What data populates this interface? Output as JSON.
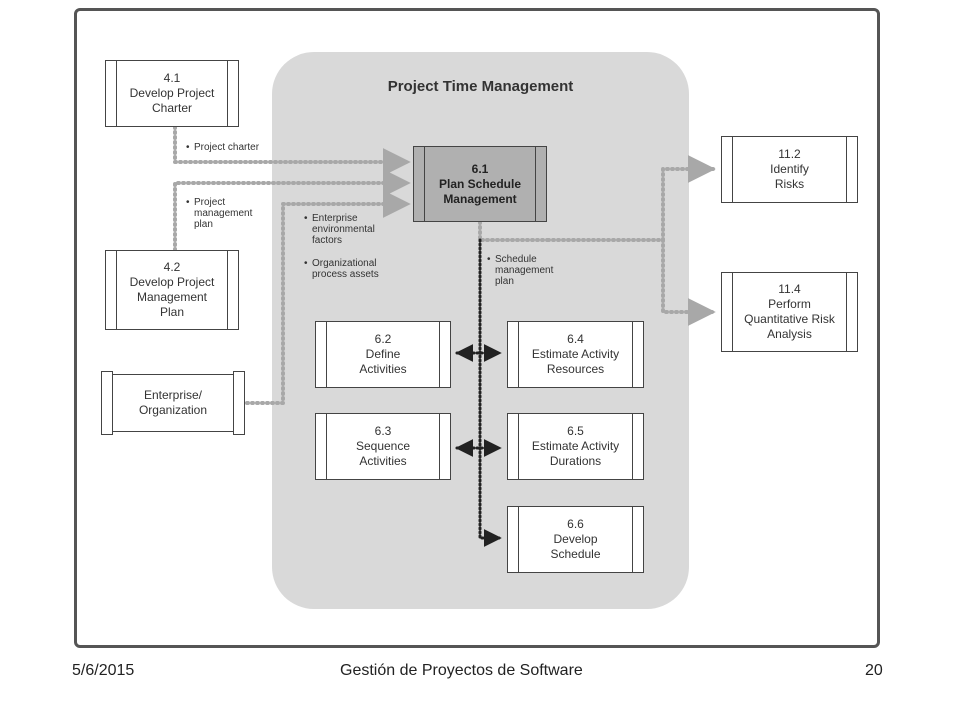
{
  "diagram": {
    "title": "Project Time Management",
    "processes": {
      "p41": {
        "num": "4.1",
        "name": "Develop Project Charter"
      },
      "p42": {
        "num": "4.2",
        "name": "Develop Project Management Plan"
      },
      "p61": {
        "num": "6.1",
        "name": "Plan Schedule Management"
      },
      "p62": {
        "num": "6.2",
        "name": "Define Activities"
      },
      "p63": {
        "num": "6.3",
        "name": "Sequence Activities"
      },
      "p64": {
        "num": "6.4",
        "name": "Estimate Activity Resources"
      },
      "p65": {
        "num": "6.5",
        "name": "Estimate Activity Durations"
      },
      "p66": {
        "num": "6.6",
        "name": "Develop Schedule"
      },
      "p112": {
        "num": "11.2",
        "name": "Identify Risks"
      },
      "p114": {
        "num": "11.4",
        "name": "Perform Quantitative Risk Analysis"
      }
    },
    "enterprise": "Enterprise/ Organization",
    "labels": {
      "project_charter": "Project charter",
      "project_management_plan": "Project management plan",
      "enterprise_factors": "Enterprise environmental factors",
      "org_assets": "Organizational process assets",
      "schedule_plan": "Schedule management plan"
    }
  },
  "footer": {
    "date": "5/6/2015",
    "course": "Gestión de Proyectos de Software",
    "page": "20"
  }
}
